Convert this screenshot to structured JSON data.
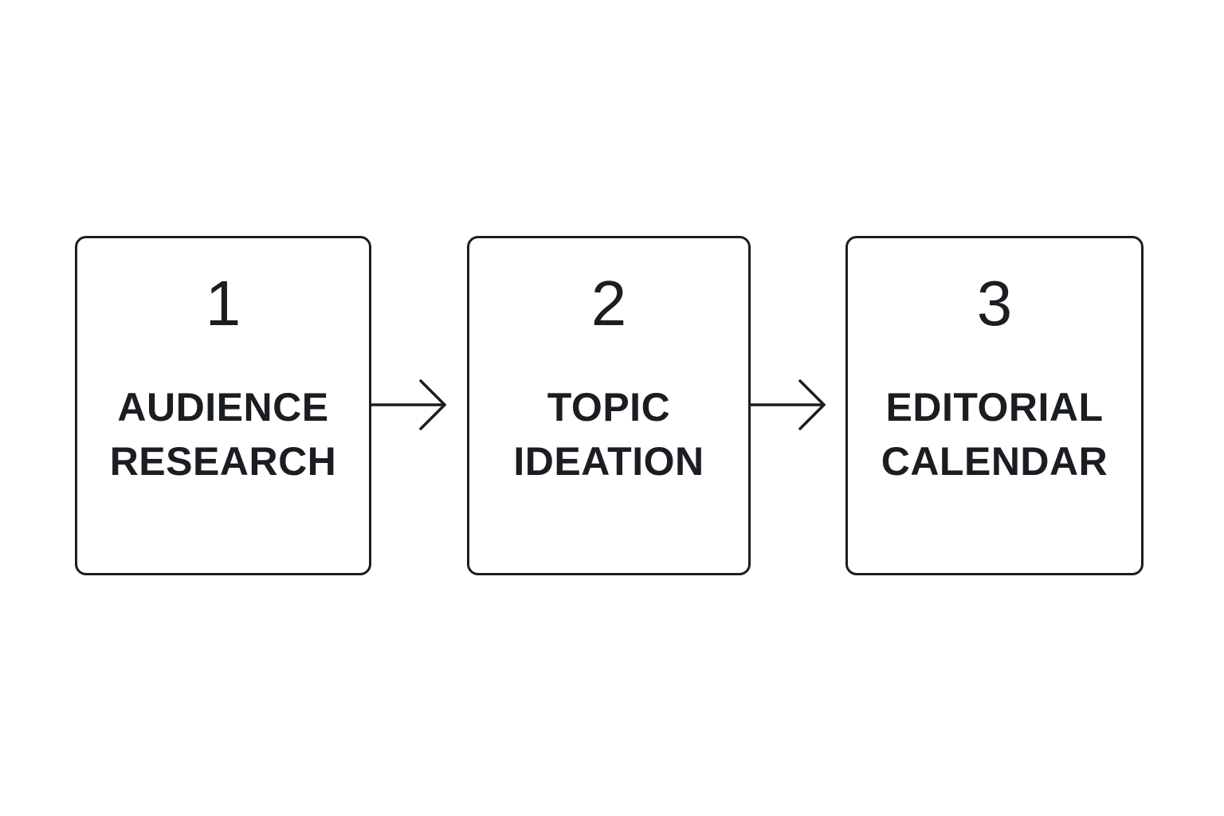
{
  "colors": {
    "stroke": "#1a1d22",
    "background": "#ffffff"
  },
  "steps": [
    {
      "number": "1",
      "label_line1": "AUDIENCE",
      "label_line2": "RESEARCH"
    },
    {
      "number": "2",
      "label_line1": "TOPIC",
      "label_line2": "IDEATION"
    },
    {
      "number": "3",
      "label_line1": "EDITORIAL",
      "label_line2": "CALENDAR"
    }
  ],
  "connectors": [
    {
      "from": "1",
      "to": "2",
      "icon": "arrow-right-icon"
    },
    {
      "from": "2",
      "to": "3",
      "icon": "arrow-right-icon"
    }
  ]
}
